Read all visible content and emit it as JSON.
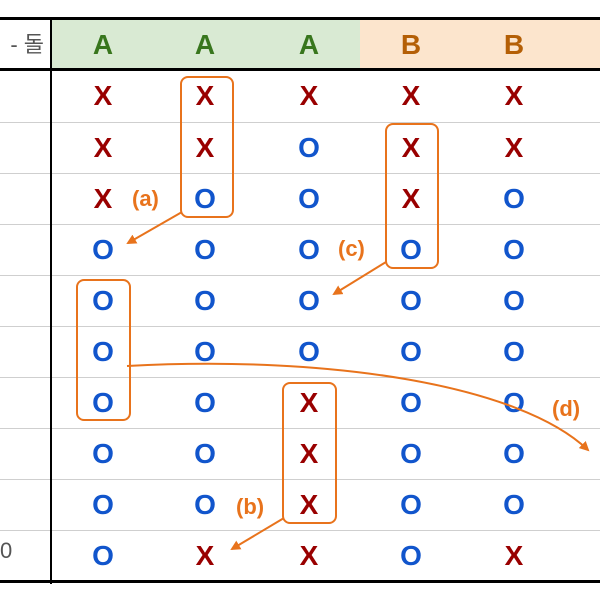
{
  "header": {
    "corner_label": "- 돌",
    "columns": [
      "A",
      "A",
      "A",
      "B",
      "B"
    ]
  },
  "last_row_label": "0",
  "grid": [
    [
      "X",
      "X",
      "X",
      "X",
      "X"
    ],
    [
      "X",
      "X",
      "O",
      "X",
      "X"
    ],
    [
      "X",
      "O",
      "O",
      "X",
      "O"
    ],
    [
      "O",
      "O",
      "O",
      "O",
      "O"
    ],
    [
      "O",
      "O",
      "O",
      "O",
      "O"
    ],
    [
      "O",
      "O",
      "O",
      "O",
      "O"
    ],
    [
      "O",
      "O",
      "X",
      "O",
      "O"
    ],
    [
      "O",
      "O",
      "X",
      "O",
      "O"
    ],
    [
      "O",
      "O",
      "X",
      "O",
      "O"
    ],
    [
      "O",
      "X",
      "X",
      "O",
      "X"
    ]
  ],
  "callouts": {
    "a": "(a)",
    "b": "(b)",
    "c": "(c)",
    "d": "(d)"
  },
  "colors": {
    "x_mark": "#990000",
    "o_mark": "#1155cc",
    "header_a_bg": "#d9ead3",
    "header_b_bg": "#fce5cd",
    "header_a_text": "#38761d",
    "header_b_text": "#b45f06",
    "callout": "#e8731c"
  }
}
